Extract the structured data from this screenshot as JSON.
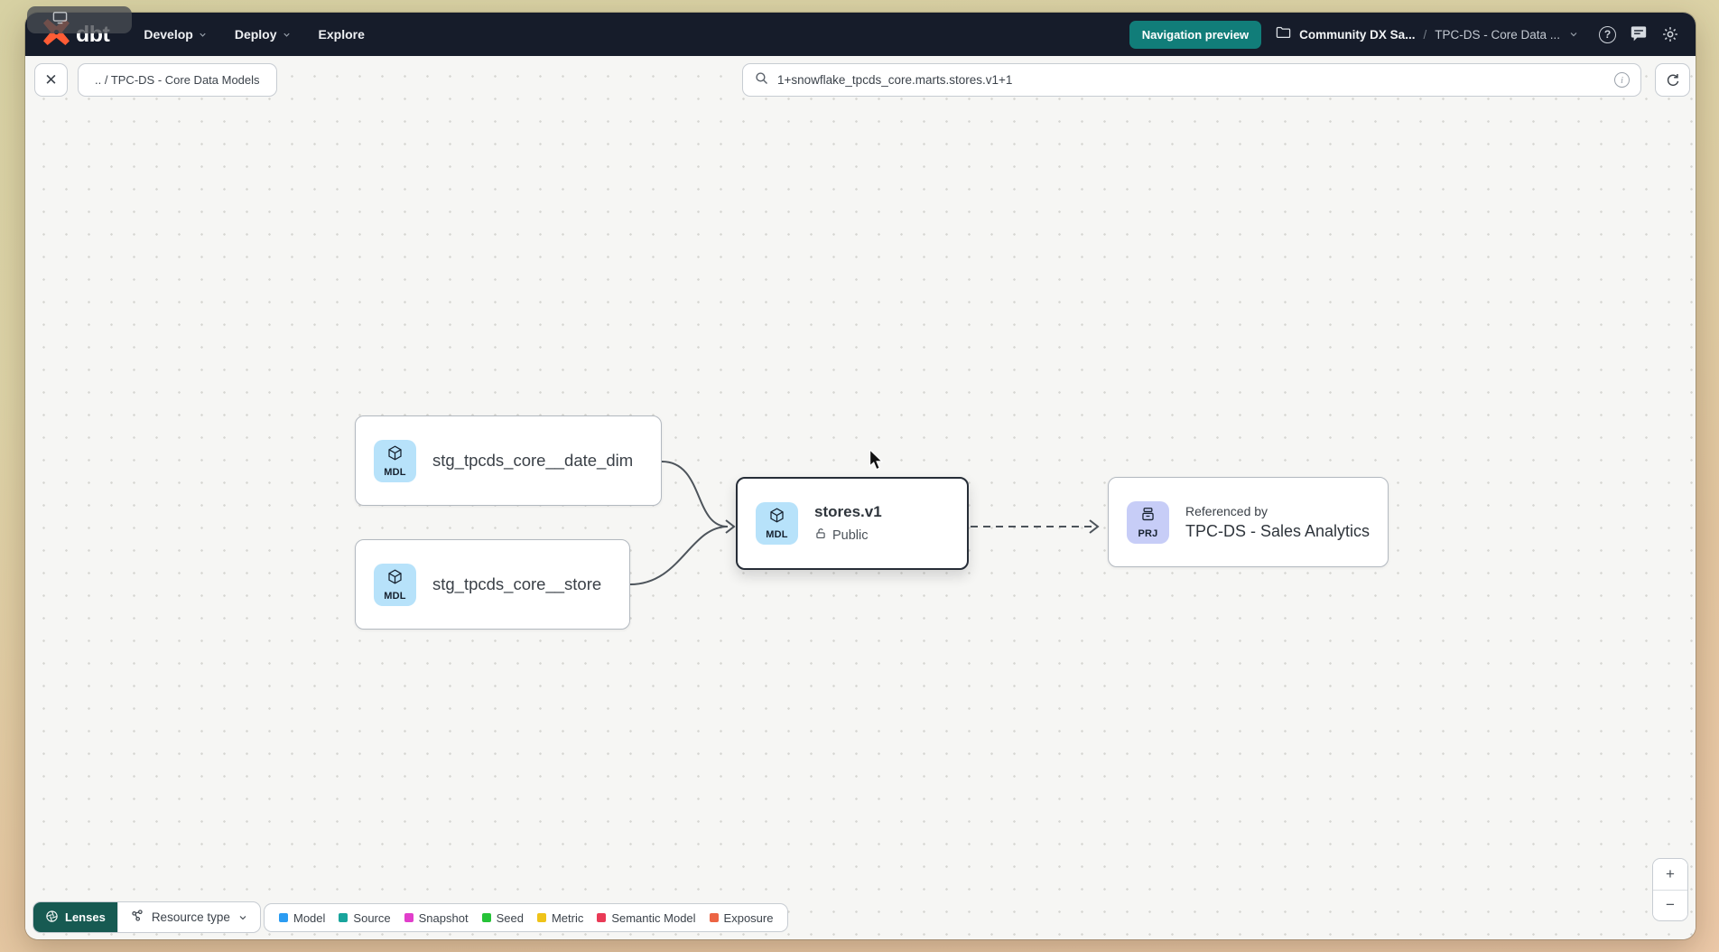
{
  "navbar": {
    "brand": "dbt",
    "menu_items": [
      {
        "label": "Develop"
      },
      {
        "label": "Deploy"
      },
      {
        "label": "Explore"
      }
    ],
    "navigation_preview_button": "Navigation preview",
    "breadcrumb": {
      "account": "Community DX Sa...",
      "separator": "/",
      "project": "TPC-DS - Core Data ..."
    },
    "help_glyph": "?"
  },
  "toolbar": {
    "close_glyph": "✕",
    "path_chip": ".. / TPC-DS - Core Data Models",
    "search": {
      "value": "1+snowflake_tpcds_core.marts.stores.v1+1"
    },
    "info_glyph": "i"
  },
  "graph": {
    "nodes": {
      "date_dim": {
        "badge": "MDL",
        "label": "stg_tpcds_core__date_dim"
      },
      "store": {
        "badge": "MDL",
        "label": "stg_tpcds_core__store"
      },
      "stores_v1": {
        "badge": "MDL",
        "label": "stores.v1",
        "access_label": "Public"
      },
      "sales_analytics": {
        "badge": "PRJ",
        "kicker": "Referenced by",
        "label": "TPC-DS - Sales Analytics"
      }
    }
  },
  "footer": {
    "lenses_label": "Lenses",
    "resource_type_label": "Resource type",
    "legend": [
      {
        "label": "Model",
        "color": "#2b9cf2"
      },
      {
        "label": "Source",
        "color": "#18a49c"
      },
      {
        "label": "Snapshot",
        "color": "#e13ecb"
      },
      {
        "label": "Seed",
        "color": "#26c338"
      },
      {
        "label": "Metric",
        "color": "#efc319"
      },
      {
        "label": "Semantic Model",
        "color": "#e93a56"
      },
      {
        "label": "Exposure",
        "color": "#ec6444"
      }
    ]
  },
  "zoom_controls": {
    "zoom_in": "+",
    "zoom_out": "−"
  },
  "colors": {
    "accent_teal": "#117d79",
    "badge_model_bg": "#b7e2fa",
    "badge_project_bg": "#c7cdf7",
    "brand_orange": "#ff5c35"
  }
}
